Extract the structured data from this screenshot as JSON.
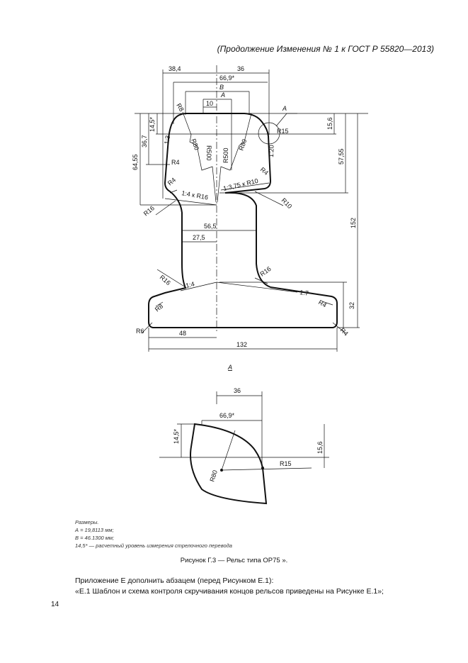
{
  "header": "(Продолжение Изменения № 1 к ГОСТ Р 55820—2013)",
  "figure": {
    "dims": {
      "d38_4": "38,4",
      "d36": "36",
      "d66_9": "66,9*",
      "dB": "B",
      "dA": "A",
      "d10": "10",
      "R8": "R8",
      "R80a": "R80",
      "R500a": "R500",
      "R500b": "R500",
      "R80b": "R80",
      "leaderA": "A",
      "R15": "R15",
      "d15_6": "15,6",
      "d14_5": "14,5*",
      "d36_7": "36,7",
      "d64_55": "64,55",
      "s1_3": "1:3",
      "s1_20": "1:20",
      "R4a": "R4",
      "R4b": "R4",
      "R4c": "R4",
      "s14R16": "1:4 к R16",
      "s1375R10": "1:3,75 к R10",
      "R16a": "R16",
      "R10": "R10",
      "d57_55": "57,55",
      "d152": "152",
      "d56_5": "56,5",
      "d27_5": "27,5",
      "R16b": "R16",
      "R16c": "R16",
      "s1_4": "1:4",
      "s1_7": "1:7",
      "R8b": "R8",
      "R4d": "R4",
      "d32": "32",
      "R6": "R6",
      "R4e": "R4",
      "d48": "48",
      "d132": "132"
    },
    "detail_title": "A",
    "detail_dims": {
      "d36": "36",
      "d66_9": "66,9*",
      "d14_5": "14,5*",
      "d15_6": "15,6",
      "R80": "R80",
      "R15": "R15"
    }
  },
  "notes": {
    "title": "Размеры.",
    "a": "А = 19,8113 мм;",
    "b": "В = 46.1300 мм;",
    "c": "14,5* — расчетный уровень измерения стрелочного перевода"
  },
  "caption": "Рисунок Г.3 — Рельс типа ОР75 ».",
  "paragraph": [
    "Приложение Е дополнить абзацем (перед Рисунком Е.1):",
    "«Е.1 Шаблон и схема контроля скручивания концов рельсов приведены на Рисунке Е.1»;"
  ],
  "page_number": "14"
}
